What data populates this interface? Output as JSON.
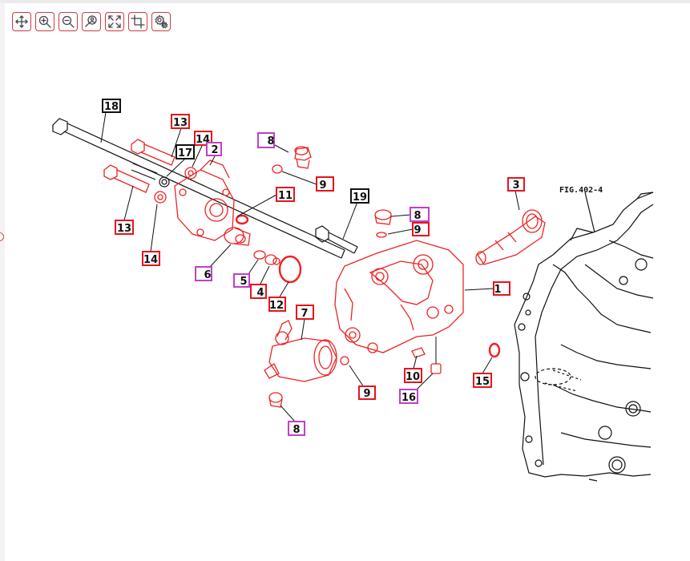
{
  "toolbar": {
    "buttons": [
      {
        "name": "pan-button",
        "icon": "move-icon"
      },
      {
        "name": "zoom-in-button",
        "icon": "zoom-in-icon"
      },
      {
        "name": "zoom-out-button",
        "icon": "zoom-out-icon"
      },
      {
        "name": "zoom-person-button",
        "icon": "zoom-user-icon"
      },
      {
        "name": "fit-button",
        "icon": "fit-expand-icon"
      },
      {
        "name": "crop-button",
        "icon": "crop-icon"
      },
      {
        "name": "settings-button",
        "icon": "gear-icon"
      }
    ]
  },
  "diagram": {
    "figure_label": "FIG.402-4",
    "colors": {
      "red": "#e8141b",
      "magenta": "#c040c8",
      "black": "#111111",
      "part_red": "#ee2222",
      "housing": "#111111"
    },
    "callouts": [
      {
        "id": "c18",
        "text": "18",
        "style": "black"
      },
      {
        "id": "c13a",
        "text": "13",
        "style": "red"
      },
      {
        "id": "c14a",
        "text": "14",
        "style": "red"
      },
      {
        "id": "c17",
        "text": "17",
        "style": "black"
      },
      {
        "id": "c2",
        "text": "2",
        "style": "magenta"
      },
      {
        "id": "c8a",
        "text": "8",
        "style": "magenta"
      },
      {
        "id": "c9a",
        "text": "9",
        "style": "red"
      },
      {
        "id": "c11",
        "text": "11",
        "style": "red"
      },
      {
        "id": "c19",
        "text": "19",
        "style": "black"
      },
      {
        "id": "c8b",
        "text": "8",
        "style": "magenta"
      },
      {
        "id": "c9b",
        "text": "9",
        "style": "red"
      },
      {
        "id": "c3",
        "text": "3",
        "style": "red"
      },
      {
        "id": "c13b",
        "text": "13",
        "style": "red"
      },
      {
        "id": "c14b",
        "text": "14",
        "style": "red"
      },
      {
        "id": "c6",
        "text": "6",
        "style": "magenta"
      },
      {
        "id": "c5",
        "text": "5",
        "style": "magenta"
      },
      {
        "id": "c4",
        "text": "4",
        "style": "red"
      },
      {
        "id": "c12",
        "text": "12",
        "style": "red"
      },
      {
        "id": "c1",
        "text": "1",
        "style": "red"
      },
      {
        "id": "c7",
        "text": "7",
        "style": "red"
      },
      {
        "id": "c10",
        "text": "10",
        "style": "red"
      },
      {
        "id": "c15",
        "text": "15",
        "style": "red"
      },
      {
        "id": "c9c",
        "text": "9",
        "style": "red"
      },
      {
        "id": "c16",
        "text": "16",
        "style": "magenta"
      },
      {
        "id": "c8c",
        "text": "8",
        "style": "magenta"
      }
    ]
  }
}
